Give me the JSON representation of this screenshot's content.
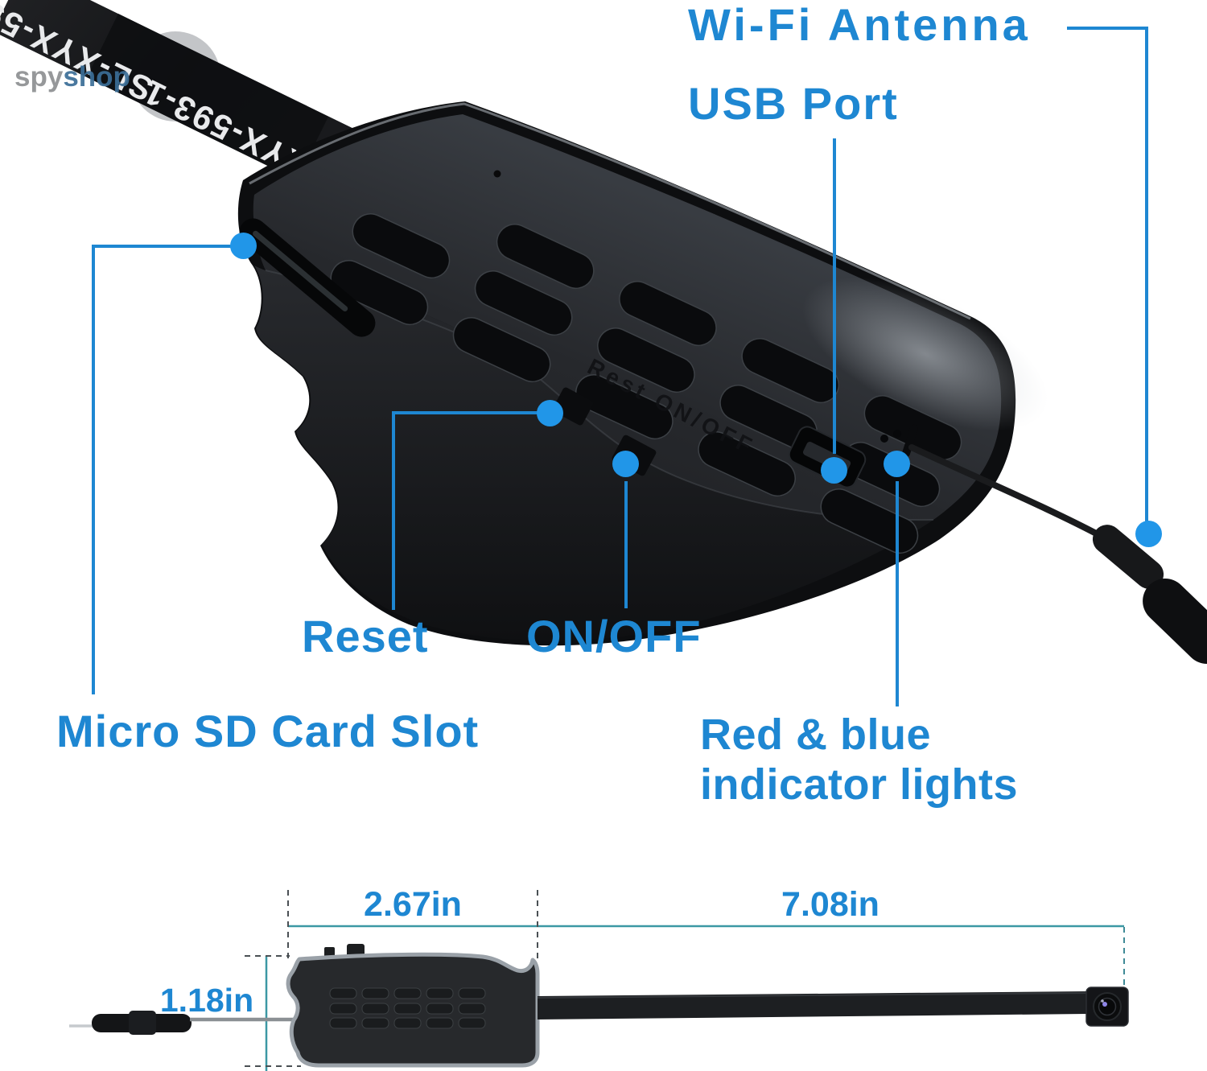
{
  "watermark": {
    "gray": "spy",
    "blue": "shop"
  },
  "ribbon_print": "SL-XYX-593-1",
  "device_embossed": "Rest ON/OFF",
  "labels": {
    "wifi_antenna": "Wi-Fi Antenna",
    "usb_port": "USB Port",
    "reset": "Reset",
    "on_off": "ON/OFF",
    "sd_slot": "Micro SD Card Slot",
    "indicator_line1": "Red & blue",
    "indicator_line2": "indicator lights"
  },
  "dimensions": {
    "device_length": "2.67in",
    "cable_length": "7.08in",
    "device_width": "1.18in"
  },
  "colors": {
    "label_blue": "#1e87d2",
    "callout_dot_blue": "#2196e8",
    "dimension_teal": "#3c98a4",
    "device_body": "#151618"
  }
}
